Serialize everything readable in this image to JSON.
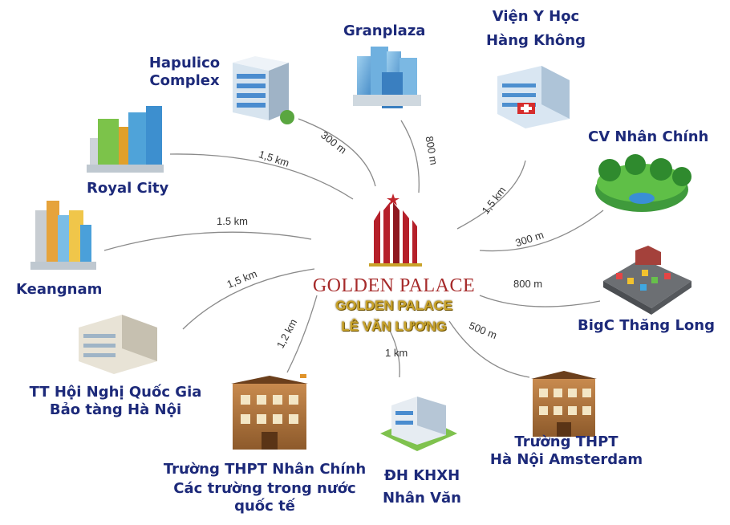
{
  "center": {
    "title": "GOLDEN PALACE",
    "line1": "GOLDEN PALACE",
    "line2": "LÊ VĂN LƯƠNG"
  },
  "places": {
    "granplaza": "Granplaza",
    "vien_y_hoc_1": "Viện Y Học",
    "vien_y_hoc_2": "Hàng Không",
    "hapulico_1": "Hapulico",
    "hapulico_2": "Complex",
    "royal_city": "Royal City",
    "cv_nhan_chinh": "CV Nhân Chính",
    "keangnam": "Keangnam",
    "bigc": "BigC Thăng Long",
    "tt_hoi_nghi_1": "TT Hội Nghị Quốc Gia",
    "tt_hoi_nghi_2": "Bảo tàng Hà Nội",
    "thpt_nc_1": "Trường THPT Nhân Chính",
    "thpt_nc_2": "Các trường trong nước",
    "thpt_nc_3": "quốc tế",
    "dh_khxh_1": "ĐH KHXH",
    "dh_khxh_2": "Nhân Văn",
    "ams_1": "Trường THPT",
    "ams_2": "Hà Nội Amsterdam"
  },
  "distances": {
    "hapulico": "300 m",
    "granplaza": "800 m",
    "vien_y_hoc": "1,5 km",
    "royal_city": "1,5 km",
    "cv_nhan_chinh": "300 m",
    "keangnam": "1.5 km",
    "bigc": "800 m",
    "tt_hoi_nghi": "1,5 km",
    "thpt_nc": "1,2 km",
    "dh_khxh": "1 km",
    "ams": "500 m"
  },
  "colors": {
    "label": "#1d2a7a",
    "center_red": "#a62b2b",
    "center_gold": "#c9a32a",
    "connector": "#8a8a8a"
  }
}
